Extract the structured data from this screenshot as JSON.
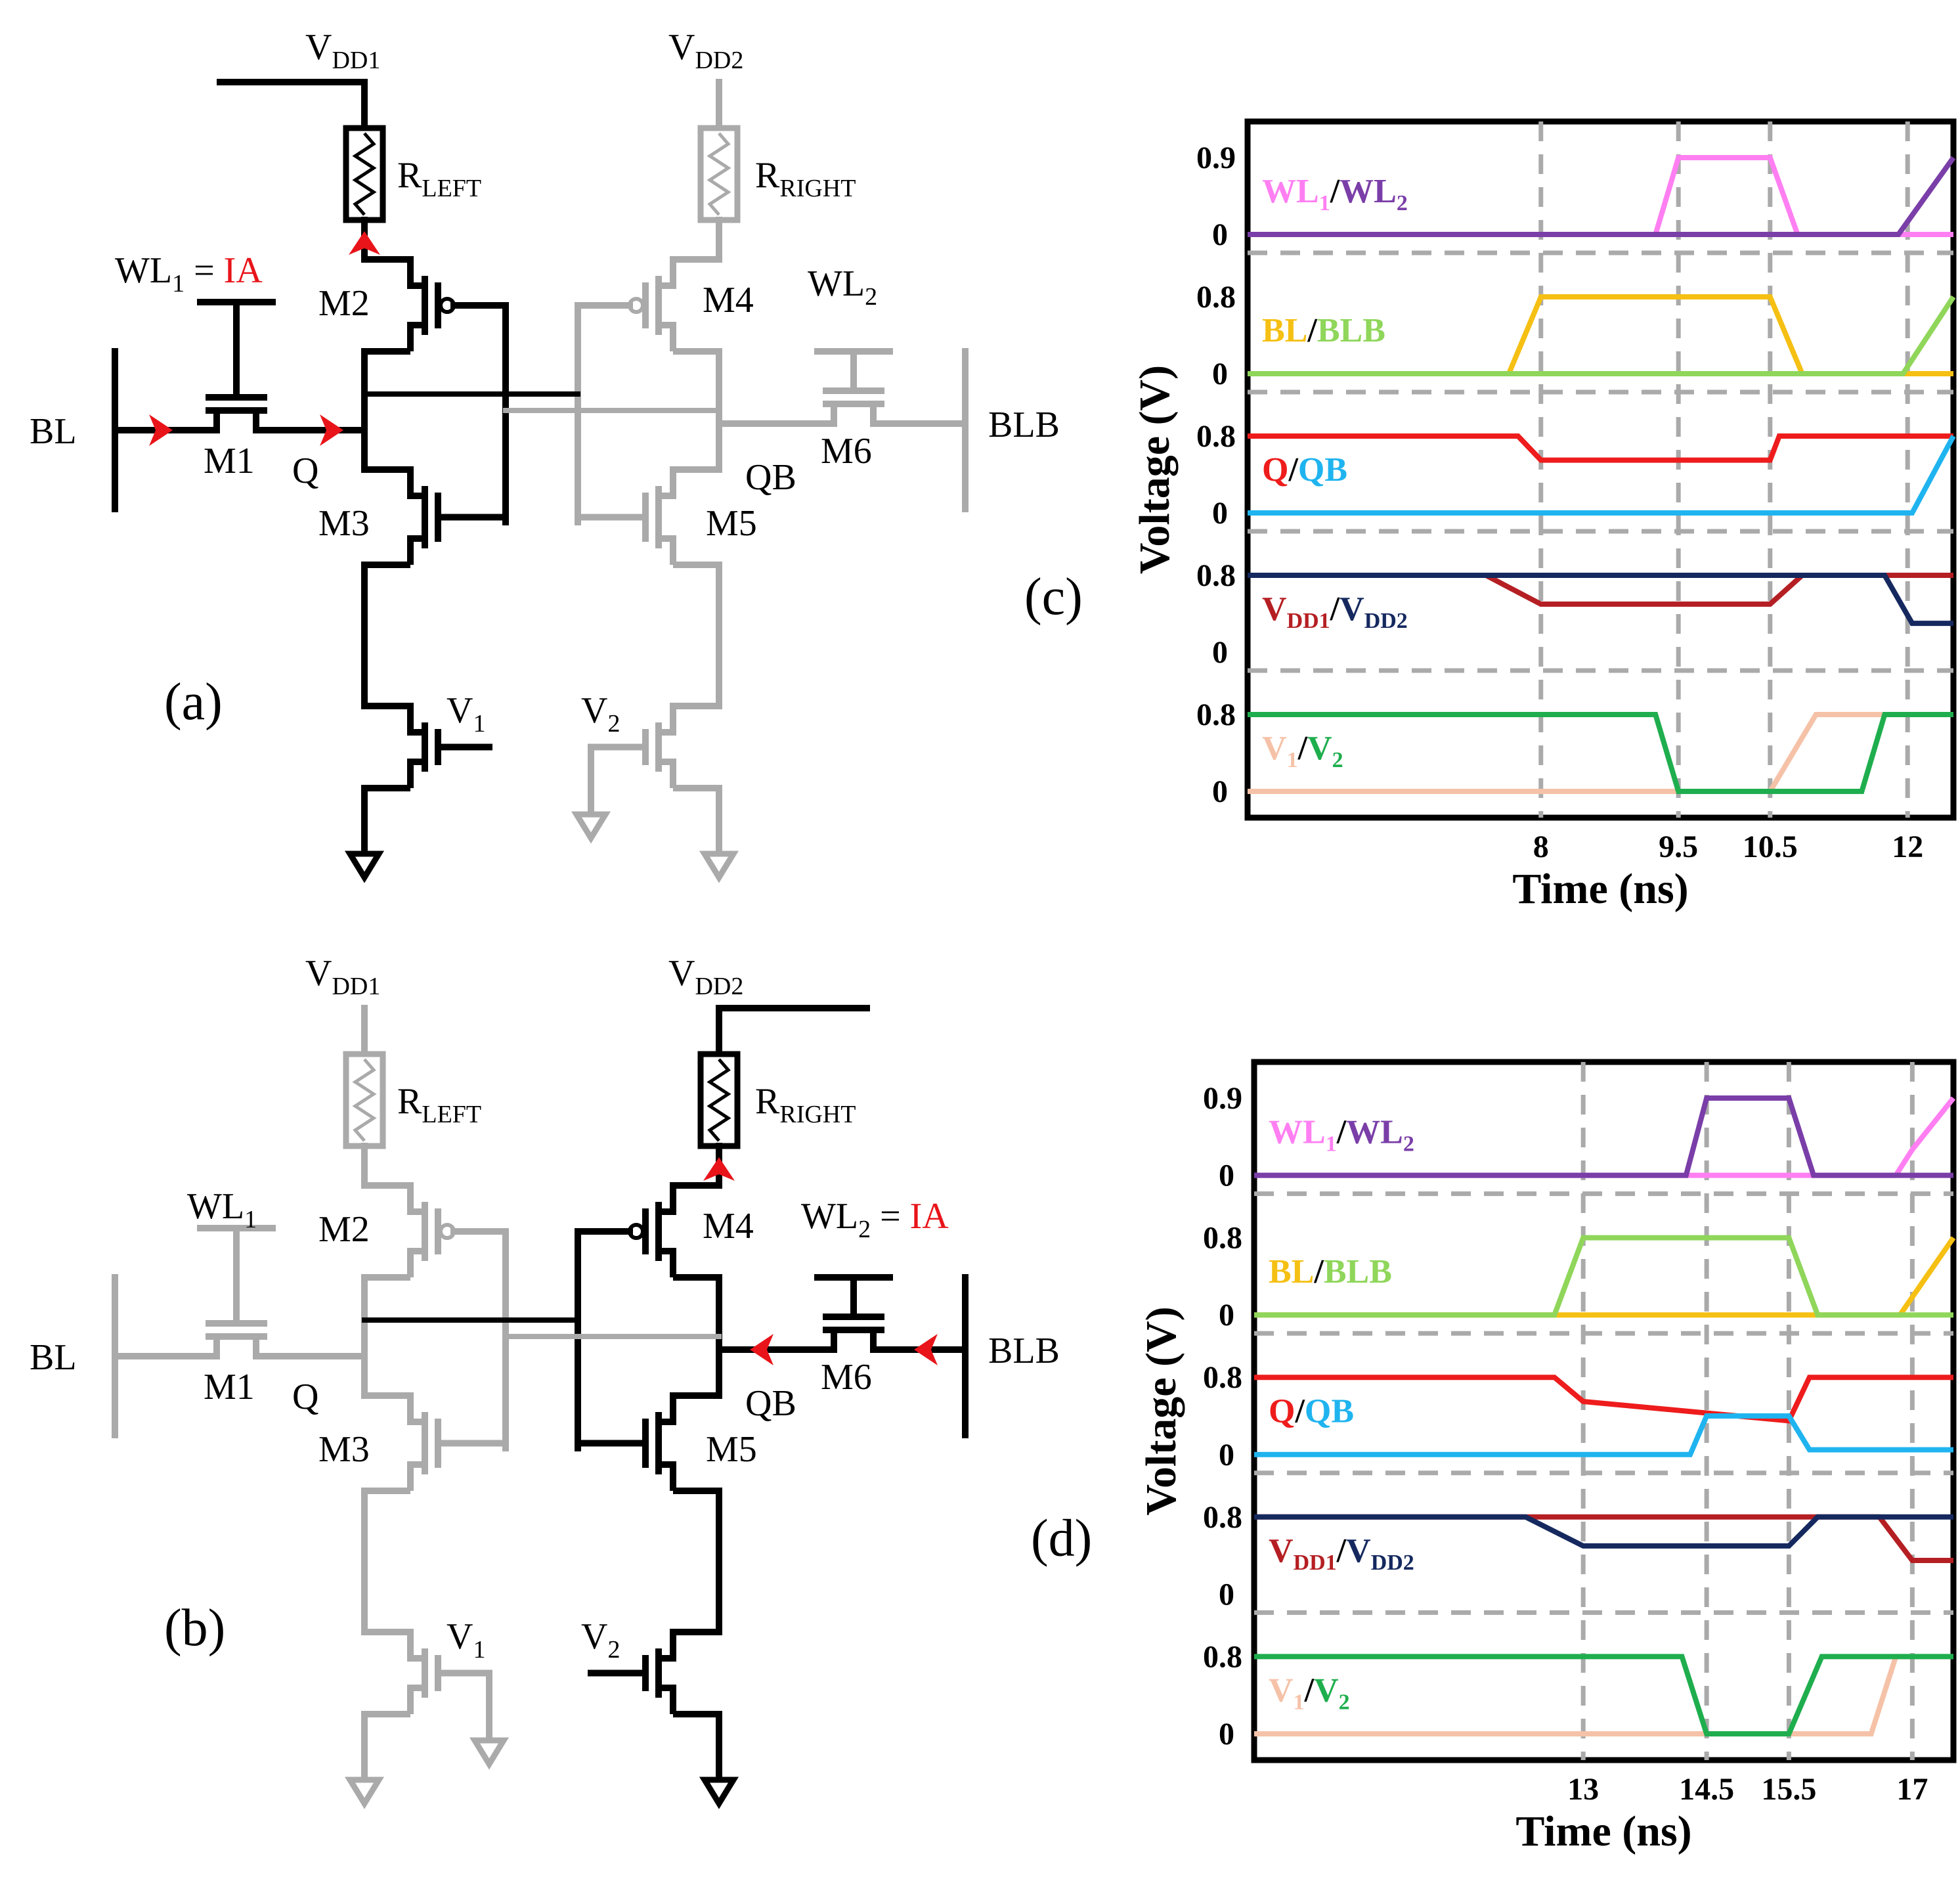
{
  "circuit_labels": {
    "vdd1": "V",
    "vdd1_sub": "DD1",
    "vdd2": "V",
    "vdd2_sub": "DD2",
    "r_left": "R",
    "r_left_sub": "LEFT",
    "r_right": "R",
    "r_right_sub": "RIGHT",
    "wl1": "WL",
    "wl1_sub": "1",
    "wl2": "WL",
    "wl2_sub": "2",
    "eq_ia": " = ",
    "ia": "IA",
    "bl": "BL",
    "blb": "BLB",
    "q": "Q",
    "qb": "QB",
    "m1": "M1",
    "m2": "M2",
    "m3": "M3",
    "m4": "M4",
    "m5": "M5",
    "m6": "M6",
    "v1": "V",
    "v1_sub": "1",
    "v2": "V",
    "v2_sub": "2"
  },
  "panels": {
    "a": "(a)",
    "b": "(b)",
    "c": "(c)",
    "d": "(d)"
  },
  "colors": {
    "active": "#000000",
    "inactive": "#aaaaaa",
    "arrow": "#e8141a",
    "ia_text": "#e8141a",
    "wl1": "#ff7ff2",
    "wl2": "#7a3ea8",
    "bl": "#f5c013",
    "blb": "#8fd65a",
    "q": "#ee1c1c",
    "qb": "#1fb4ef",
    "vdd1": "#b51f23",
    "vdd2": "#15295f",
    "v1": "#f5c2a8",
    "v2": "#1fae4e"
  },
  "chart_data": [
    {
      "type": "line",
      "panel": "(c)",
      "xlabel": "Time (ns)",
      "ylabel": "Voltage (V)",
      "xticks": [
        "8",
        "9.5",
        "10.5",
        "12"
      ],
      "dashed_time_markers": [
        8,
        9.5,
        10.5,
        12
      ],
      "xlim": [
        4.8,
        12.5
      ],
      "rows": [
        {
          "label_a": "WL",
          "label_a_sub": "1",
          "label_b": "WL",
          "label_b_sub": "2",
          "yticks": [
            "0.9",
            "0"
          ],
          "ymax": 0.9,
          "series": [
            {
              "name": "WL1",
              "color": "#ff7ff2",
              "x": [
                4.8,
                9.25,
                9.5,
                10.5,
                10.8,
                12.5
              ],
              "y": [
                0,
                0,
                0.9,
                0.9,
                0,
                0
              ]
            },
            {
              "name": "WL2",
              "color": "#7a3ea8",
              "x": [
                4.8,
                11.9,
                12.1,
                12.5
              ],
              "y": [
                0,
                0,
                0.3,
                0.9
              ]
            }
          ]
        },
        {
          "label_a": "BL",
          "label_a_sub": "",
          "label_b": "BLB",
          "label_b_sub": "",
          "yticks": [
            "0.8",
            "0"
          ],
          "ymax": 0.8,
          "series": [
            {
              "name": "BL",
              "color": "#f5c013",
              "x": [
                4.8,
                7.65,
                8.0,
                10.5,
                10.85,
                12.5
              ],
              "y": [
                0,
                0,
                0.8,
                0.8,
                0,
                0
              ]
            },
            {
              "name": "BLB",
              "color": "#8fd65a",
              "x": [
                4.8,
                11.95,
                12.5
              ],
              "y": [
                0,
                0,
                0.8
              ]
            }
          ]
        },
        {
          "label_a": "Q",
          "label_a_sub": "",
          "label_b": "QB",
          "label_b_sub": "",
          "yticks": [
            "0.8",
            "0"
          ],
          "ymax": 0.8,
          "series": [
            {
              "name": "Q",
              "color": "#ee1c1c",
              "x": [
                4.8,
                7.75,
                8.0,
                10.5,
                10.6,
                12.5
              ],
              "y": [
                0.8,
                0.8,
                0.55,
                0.55,
                0.8,
                0.8
              ]
            },
            {
              "name": "QB",
              "color": "#1fb4ef",
              "x": [
                4.8,
                12.05,
                12.5
              ],
              "y": [
                0,
                0,
                0.8
              ]
            }
          ]
        },
        {
          "label_a": "V",
          "label_a_sub": "DD1",
          "label_b": "V",
          "label_b_sub": "DD2",
          "yticks": [
            "0.8",
            "0"
          ],
          "ymax": 0.8,
          "series": [
            {
              "name": "VDD1",
              "color": "#b51f23",
              "x": [
                4.8,
                7.4,
                8.0,
                10.5,
                10.85,
                12.5
              ],
              "y": [
                0.8,
                0.8,
                0.5,
                0.5,
                0.8,
                0.8
              ]
            },
            {
              "name": "VDD2",
              "color": "#15295f",
              "x": [
                4.8,
                11.75,
                12.05,
                12.5
              ],
              "y": [
                0.8,
                0.8,
                0.3,
                0.3
              ]
            }
          ]
        },
        {
          "label_a": "V",
          "label_a_sub": "1",
          "label_b": "V",
          "label_b_sub": "2",
          "yticks": [
            "0.8",
            "0"
          ],
          "ymax": 0.8,
          "series": [
            {
              "name": "V1",
              "color": "#f5c2a8",
              "x": [
                4.8,
                10.5,
                11.0,
                12.5
              ],
              "y": [
                0,
                0,
                0.8,
                0.8
              ]
            },
            {
              "name": "V2",
              "color": "#1fae4e",
              "x": [
                4.8,
                9.25,
                9.5,
                11.5,
                11.75,
                12.5
              ],
              "y": [
                0.8,
                0.8,
                0,
                0,
                0.8,
                0.8
              ]
            }
          ]
        }
      ]
    },
    {
      "type": "line",
      "panel": "(d)",
      "xlabel": "Time (ns)",
      "ylabel": "Voltage (V)",
      "xticks": [
        "13",
        "14.5",
        "15.5",
        "17"
      ],
      "dashed_time_markers": [
        13,
        14.5,
        15.5,
        17
      ],
      "xlim": [
        9.0,
        17.5
      ],
      "rows": [
        {
          "label_a": "WL",
          "label_a_sub": "1",
          "label_b": "WL",
          "label_b_sub": "2",
          "yticks": [
            "0.9",
            "0"
          ],
          "ymax": 0.9,
          "series": [
            {
              "name": "WL1",
              "color": "#ff7ff2",
              "x": [
                9.0,
                16.8,
                17.0,
                17.5
              ],
              "y": [
                0,
                0,
                0.3,
                0.9
              ]
            },
            {
              "name": "WL2",
              "color": "#7a3ea8",
              "x": [
                9.0,
                14.25,
                14.5,
                15.5,
                15.8,
                17.5
              ],
              "y": [
                0,
                0,
                0.9,
                0.9,
                0,
                0
              ]
            }
          ]
        },
        {
          "label_a": "BL",
          "label_a_sub": "",
          "label_b": "BLB",
          "label_b_sub": "",
          "yticks": [
            "0.8",
            "0"
          ],
          "ymax": 0.8,
          "series": [
            {
              "name": "BL",
              "color": "#f5c013",
              "x": [
                9.0,
                16.85,
                17.5
              ],
              "y": [
                0,
                0,
                0.8
              ]
            },
            {
              "name": "BLB",
              "color": "#8fd65a",
              "x": [
                9.0,
                12.65,
                13.0,
                15.5,
                15.85,
                17.5
              ],
              "y": [
                0,
                0,
                0.8,
                0.8,
                0,
                0
              ]
            }
          ]
        },
        {
          "label_a": "Q",
          "label_a_sub": "",
          "label_b": "QB",
          "label_b_sub": "",
          "yticks": [
            "0.8",
            "0"
          ],
          "ymax": 0.8,
          "series": [
            {
              "name": "Q",
              "color": "#ee1c1c",
              "x": [
                9.0,
                12.65,
                13.0,
                15.5,
                15.75,
                17.5
              ],
              "y": [
                0.8,
                0.8,
                0.55,
                0.35,
                0.8,
                0.8
              ]
            },
            {
              "name": "QB",
              "color": "#1fb4ef",
              "x": [
                9.0,
                14.3,
                14.5,
                15.5,
                15.75,
                17.5
              ],
              "y": [
                0,
                0,
                0.4,
                0.4,
                0.05,
                0.05
              ]
            }
          ]
        },
        {
          "label_a": "V",
          "label_a_sub": "DD1",
          "label_b": "V",
          "label_b_sub": "DD2",
          "yticks": [
            "0.8",
            "0"
          ],
          "ymax": 0.8,
          "series": [
            {
              "name": "VDD1",
              "color": "#b51f23",
              "x": [
                9.0,
                16.6,
                17.0,
                17.5
              ],
              "y": [
                0.8,
                0.8,
                0.35,
                0.35
              ]
            },
            {
              "name": "VDD2",
              "color": "#15295f",
              "x": [
                9.0,
                12.3,
                13.0,
                15.5,
                15.85,
                17.5
              ],
              "y": [
                0.8,
                0.8,
                0.5,
                0.5,
                0.8,
                0.8
              ]
            }
          ]
        },
        {
          "label_a": "V",
          "label_a_sub": "1",
          "label_b": "V",
          "label_b_sub": "2",
          "yticks": [
            "0.8",
            "0"
          ],
          "ymax": 0.8,
          "series": [
            {
              "name": "V1",
              "color": "#f5c2a8",
              "x": [
                9.0,
                16.5,
                16.8,
                17.5
              ],
              "y": [
                0,
                0,
                0.8,
                0.8
              ]
            },
            {
              "name": "V2",
              "color": "#1fae4e",
              "x": [
                9.0,
                14.2,
                14.5,
                15.5,
                15.9,
                17.5
              ],
              "y": [
                0.8,
                0.8,
                0,
                0,
                0.8,
                0.8
              ]
            }
          ]
        }
      ]
    }
  ]
}
